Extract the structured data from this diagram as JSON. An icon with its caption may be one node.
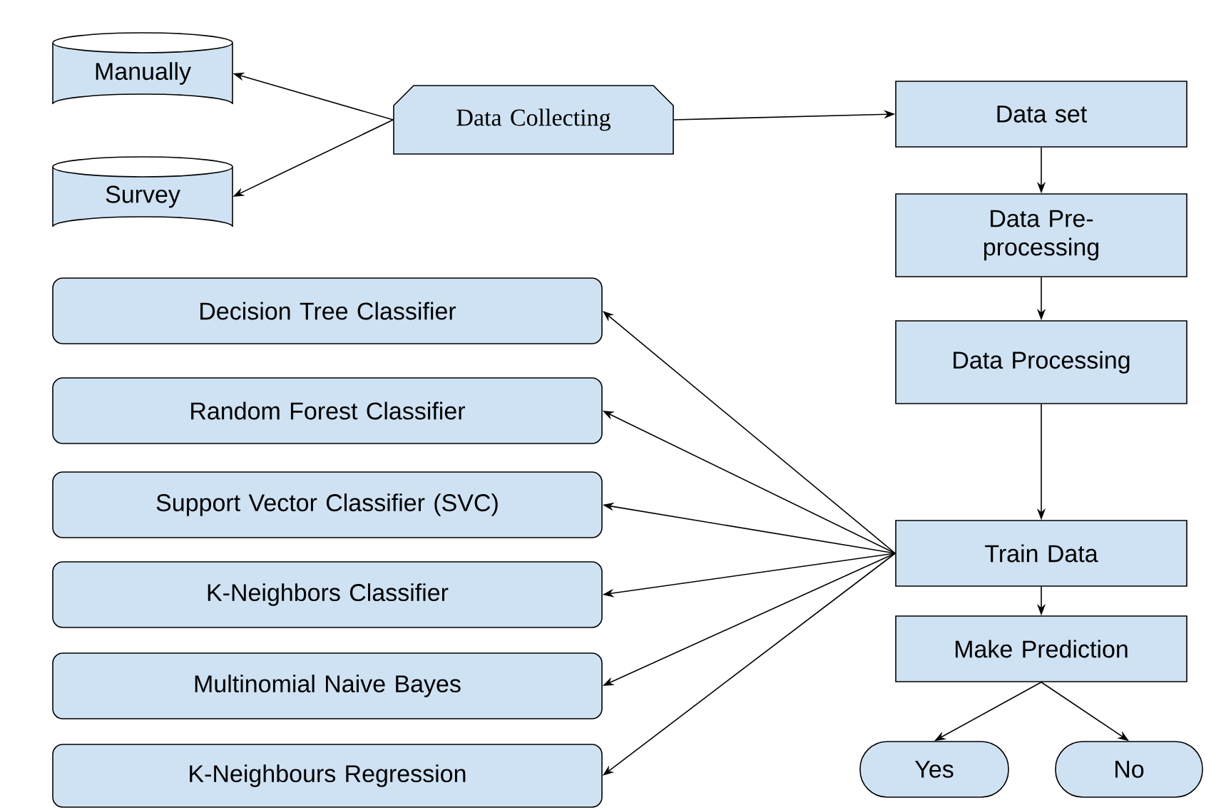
{
  "diagram": {
    "nodes": [
      {
        "text": [
          "Data Collecting"
        ]
      },
      {
        "text": [
          "Manually"
        ]
      },
      {
        "text": [
          "Survey"
        ]
      },
      {
        "text": [
          "Data set"
        ]
      },
      {
        "text": [
          "Data Pre-processing"
        ]
      },
      {
        "text": [
          "Data Processing"
        ]
      },
      {
        "text": [
          "Train Data"
        ]
      },
      {
        "text": [
          "Make Prediction"
        ]
      },
      {
        "text": [
          "Yes"
        ]
      },
      {
        "text": [
          "No"
        ]
      },
      {
        "text": [
          "Decision Tree Classifier"
        ]
      },
      {
        "text": [
          "Random Forest Classifier"
        ]
      },
      {
        "text": [
          "Support Vector Classifier (SVC)"
        ]
      },
      {
        "text": [
          "K-Neighbors Classifier"
        ]
      },
      {
        "text": [
          "Multinomial Naive Bayes"
        ]
      },
      {
        "text": [
          "K-Neighbours Regression"
        ]
      }
    ],
    "edges": [
      {
        "from": 0,
        "to": 1,
        "arrow": "to"
      },
      {
        "from": 0,
        "to": 2,
        "arrow": "to"
      },
      {
        "from": 0,
        "to": 3,
        "arrow": "to"
      },
      {
        "from": 3,
        "to": 4,
        "arrow": "to"
      },
      {
        "from": 4,
        "to": 5,
        "arrow": "to"
      },
      {
        "from": 5,
        "to": 6,
        "arrow": "to"
      },
      {
        "from": 6,
        "to": 7,
        "arrow": "to"
      },
      {
        "from": 7,
        "to": 8,
        "arrow": "to"
      },
      {
        "from": 7,
        "to": 9,
        "arrow": "to"
      },
      {
        "from": 6,
        "to": 10,
        "arrow": "to"
      },
      {
        "from": 6,
        "to": 11,
        "arrow": "to"
      },
      {
        "from": 6,
        "to": 12,
        "arrow": "to"
      },
      {
        "from": 6,
        "to": 13,
        "arrow": "to"
      },
      {
        "from": 6,
        "to": 14,
        "arrow": "to"
      },
      {
        "from": 6,
        "to": 15,
        "arrow": "to"
      }
    ]
  }
}
